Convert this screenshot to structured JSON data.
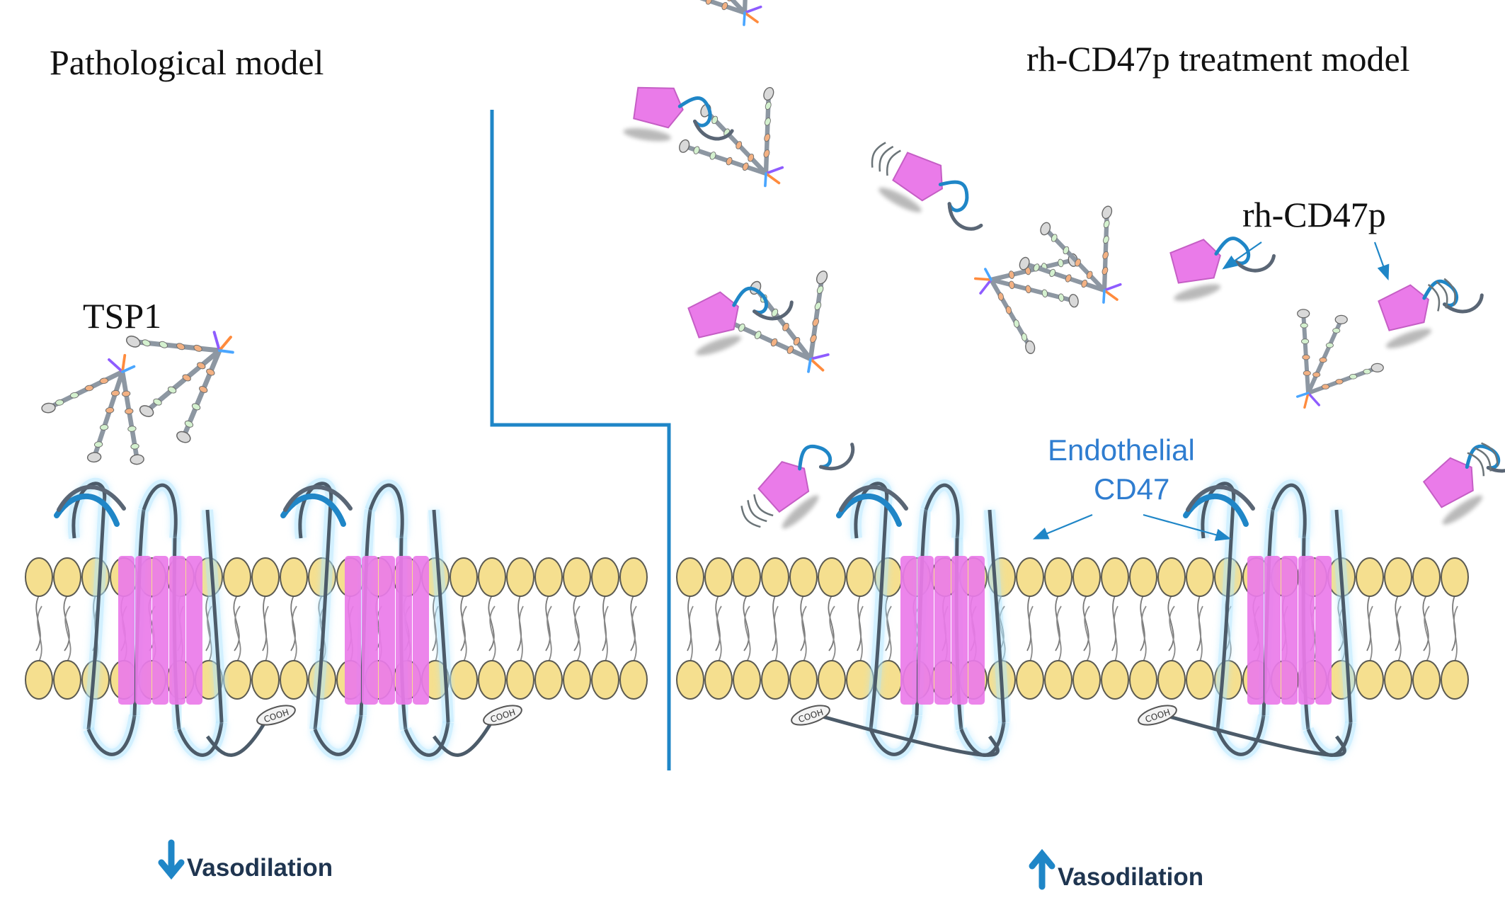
{
  "figure": {
    "left_title": "Pathological model",
    "right_title": "rh-CD47p treatment model",
    "labels": {
      "tsp1": "TSP1",
      "rh_cd47p": "rh-CD47p",
      "endothelial_line1": "Endothelial",
      "endothelial_line2": "CD47",
      "cooh": "COOH"
    },
    "outcomes": {
      "left": {
        "text": "Vasodilation",
        "direction": "down"
      },
      "right": {
        "text": "Vasodilation",
        "direction": "up"
      }
    }
  },
  "colors": {
    "divider": "#1f86c7",
    "phospholipid_head": "#f5df8f",
    "phospholipid_outline": "#5b5a51",
    "protein": "#ea7be9",
    "loop": "#4a90d9",
    "arrow": "#1f86c7",
    "label_blue": "#2f7dd0"
  }
}
